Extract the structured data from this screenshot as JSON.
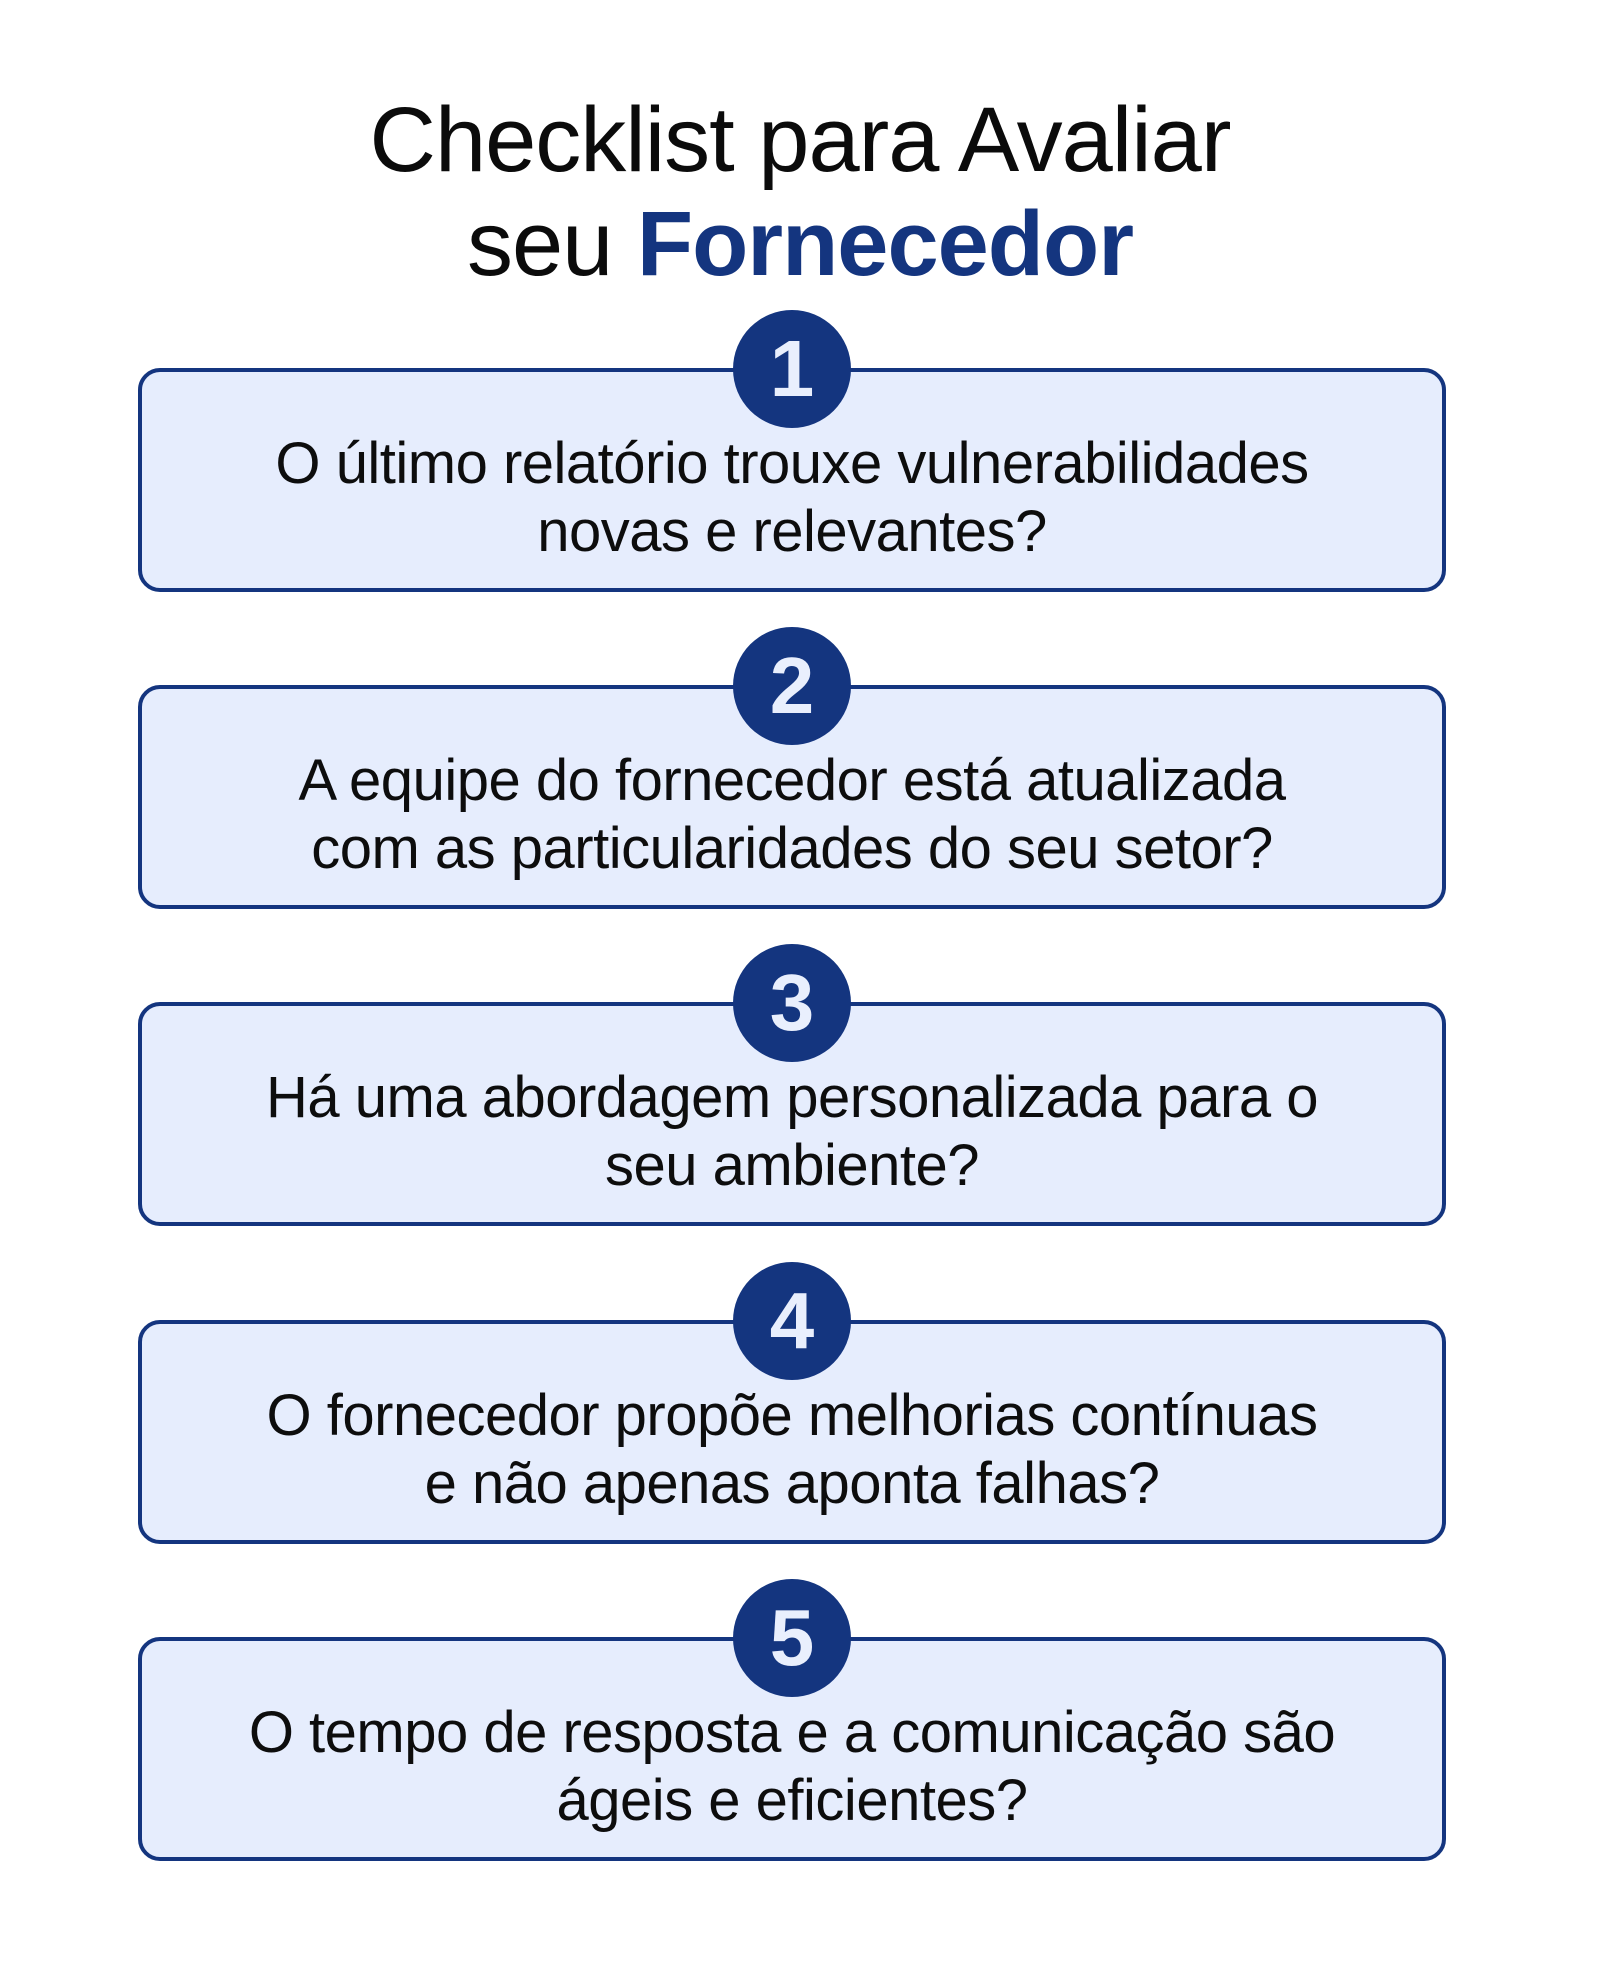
{
  "header": {
    "title_line1": "Checklist para Avaliar",
    "title_line2_plain": "seu ",
    "title_line2_accent": "Fornecedor"
  },
  "colors": {
    "accent": "#14357f",
    "card_background": "#e6edfd",
    "text": "#0d0d0d",
    "background": "#ffffff"
  },
  "checklist": [
    {
      "number": "1",
      "line1": "O último relatório trouxe vulnerabilidades",
      "line2": "novas e relevantes?"
    },
    {
      "number": "2",
      "line1": "A equipe do fornecedor está atualizada",
      "line2": "com as particularidades do seu setor?"
    },
    {
      "number": "3",
      "line1": "Há uma abordagem personalizada para o",
      "line2": "seu ambiente?"
    },
    {
      "number": "4",
      "line1": "O fornecedor propõe melhorias contínuas",
      "line2": "e não apenas aponta falhas?"
    },
    {
      "number": "5",
      "line1": "O tempo de resposta e a comunicação são",
      "line2": "ágeis e eficientes?"
    }
  ]
}
